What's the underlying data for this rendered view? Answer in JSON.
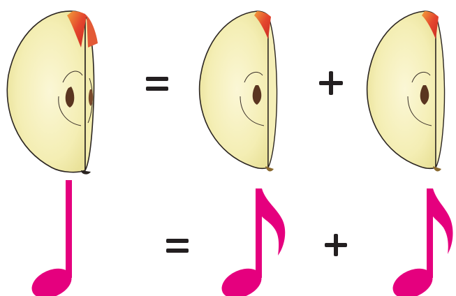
{
  "row_top": {
    "whole": "apple-quarter",
    "operator_1": "=",
    "part_a": "apple-eighth",
    "operator_2": "+",
    "part_b": "apple-eighth"
  },
  "row_bottom": {
    "whole": "quarter-note",
    "operator_1": "=",
    "part_a": "eighth-note",
    "operator_2": "+",
    "part_b": "eighth-note"
  },
  "colors": {
    "note": "#e5007e",
    "apple_flesh": "#f6f0b8",
    "apple_skin": "#e8553c",
    "seed": "#5a3520",
    "operator": "#231f20"
  }
}
